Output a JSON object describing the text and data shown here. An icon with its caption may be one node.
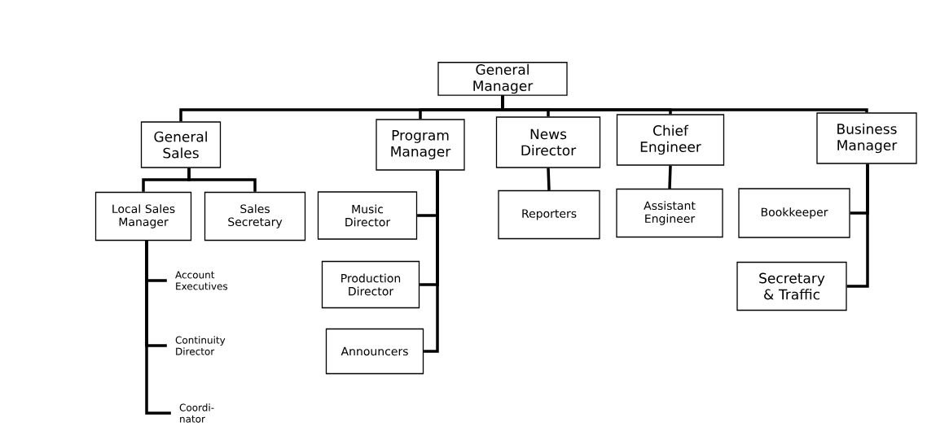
{
  "diagram": {
    "nodes": [
      {
        "text": [
          "General Manager"
        ]
      },
      {
        "text": [
          "General Sales"
        ]
      },
      {
        "text": [
          "Program Manager"
        ]
      },
      {
        "text": [
          "News Director"
        ]
      },
      {
        "text": [
          "Chief Engineer"
        ]
      },
      {
        "text": [
          "Business Manager"
        ]
      },
      {
        "text": [
          "Local Sales Manager"
        ]
      },
      {
        "text": [
          "Sales Secretary"
        ]
      },
      {
        "text": [
          "Music Director"
        ]
      },
      {
        "text": [
          "Reporters"
        ]
      },
      {
        "text": [
          "Assistant Engineer"
        ]
      },
      {
        "text": [
          "Bookkeeper"
        ]
      },
      {
        "text": [
          "Account Executives"
        ]
      },
      {
        "text": [
          "Production Director"
        ]
      },
      {
        "text": [
          "Secretary & Traffic"
        ]
      },
      {
        "text": [
          "Continuity Director"
        ]
      },
      {
        "text": [
          "Announcers"
        ]
      },
      {
        "text": [
          "Coordi- nator"
        ]
      }
    ],
    "edges": [
      {
        "from": 0,
        "to": 1,
        "arrow": "none"
      },
      {
        "from": 0,
        "to": 2,
        "arrow": "none"
      },
      {
        "from": 0,
        "to": 3,
        "arrow": "none"
      },
      {
        "from": 0,
        "to": 4,
        "arrow": "none"
      },
      {
        "from": 0,
        "to": 5,
        "arrow": "none"
      },
      {
        "from": 1,
        "to": 6,
        "arrow": "none"
      },
      {
        "from": 1,
        "to": 7,
        "arrow": "none"
      },
      {
        "from": 2,
        "to": 8,
        "arrow": "none"
      },
      {
        "from": 2,
        "to": 13,
        "arrow": "none"
      },
      {
        "from": 2,
        "to": 16,
        "arrow": "none"
      },
      {
        "from": 3,
        "to": 9,
        "arrow": "none"
      },
      {
        "from": 4,
        "to": 10,
        "arrow": "none"
      },
      {
        "from": 5,
        "to": 11,
        "arrow": "none"
      },
      {
        "from": 5,
        "to": 14,
        "arrow": "none"
      },
      {
        "from": 6,
        "to": 12,
        "arrow": "none"
      },
      {
        "from": 6,
        "to": 15,
        "arrow": "none"
      },
      {
        "from": 6,
        "to": 17,
        "arrow": "none"
      }
    ]
  }
}
